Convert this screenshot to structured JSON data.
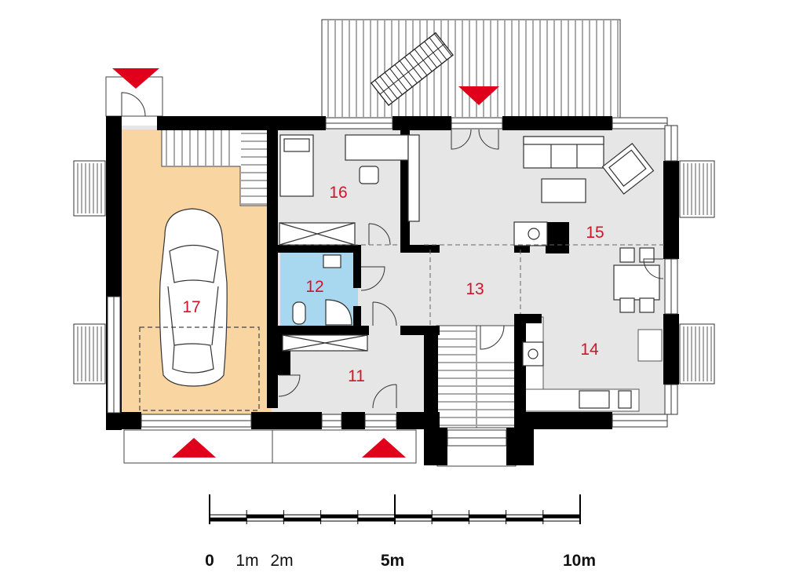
{
  "rooms": [
    {
      "id": "17",
      "label": "17"
    },
    {
      "id": "16",
      "label": "16"
    },
    {
      "id": "15",
      "label": "15"
    },
    {
      "id": "14",
      "label": "14"
    },
    {
      "id": "13",
      "label": "13"
    },
    {
      "id": "12",
      "label": "12"
    },
    {
      "id": "11",
      "label": "11"
    }
  ],
  "scale_bar": {
    "labels": [
      "0",
      "1m",
      "2m",
      "5m",
      "10m"
    ]
  },
  "colors": {
    "wall": "#000000",
    "floor": "#e6e6e6",
    "garage": "#f9d5a2",
    "bathroom": "#a8d8f0",
    "entrance_marker": "#e0001b",
    "room_number": "#d2142a"
  }
}
